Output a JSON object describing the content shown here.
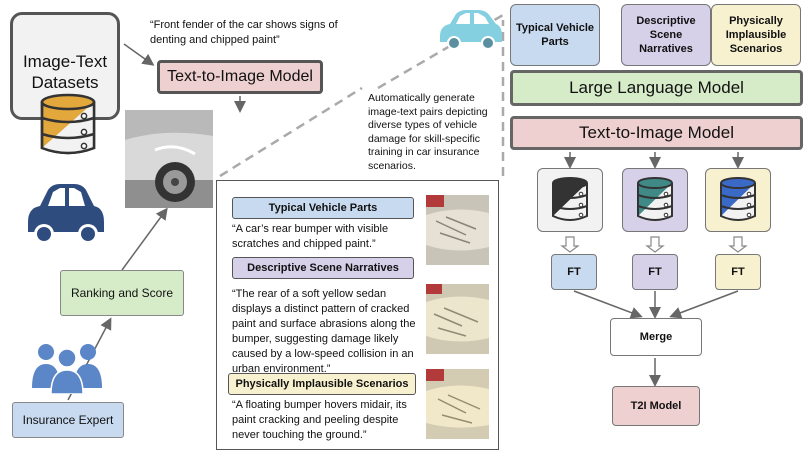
{
  "left": {
    "dataset_label": "Image-Text Datasets",
    "quote": "“Front fender of the car shows signs of denting and chipped paint”",
    "t2i_label": "Text-to-Image Model",
    "ranking_label": "Ranking and Score",
    "expert_label": "Insurance Expert"
  },
  "middle": {
    "auto_text": "Automatically generate image-text pairs depicting diverse types of vehicle damage for skill-specific training in car insurance scenarios.",
    "examples": [
      {
        "category": "Typical Vehicle Parts",
        "text": "“A car’s rear bumper with visible scratches and chipped paint.”"
      },
      {
        "category": "Descriptive Scene Narratives",
        "text": "“The rear of a soft yellow sedan displays a distinct pattern of cracked paint and surface abrasions along the bumper, suggesting damage likely caused by a low-speed collision in an urban environment.”"
      },
      {
        "category": "Physically Implausible Scenarios",
        "text": "“A floating bumper hovers midair, its paint cracking and peeling despite never touching the ground.”"
      }
    ]
  },
  "right": {
    "categories": [
      "Typical Vehicle Parts",
      "Descriptive Scene Narratives",
      "Physically Implausible Scenarios"
    ],
    "llm_label": "Large Language Model",
    "t2i_label": "Text-to-Image Model",
    "ft_label": "FT",
    "merge_label": "Merge",
    "final_label": "T2I Model"
  },
  "icons": [
    "database-icon",
    "car-icon",
    "people-icon",
    "car-photo",
    "damage-thumbnail"
  ],
  "colors": {
    "blue": "#c8daf0",
    "purple": "#d6d0e8",
    "yellow": "#f8f1cf",
    "green": "#d6ecc9",
    "pink": "#efd0d0",
    "db_orange": "#e2a83c",
    "db_teal": "#3f8a87",
    "db_blue": "#3a69c6",
    "car_navy": "#2f4c7f",
    "car_cyan": "#84cfe0",
    "people_blue": "#5b86c7"
  }
}
